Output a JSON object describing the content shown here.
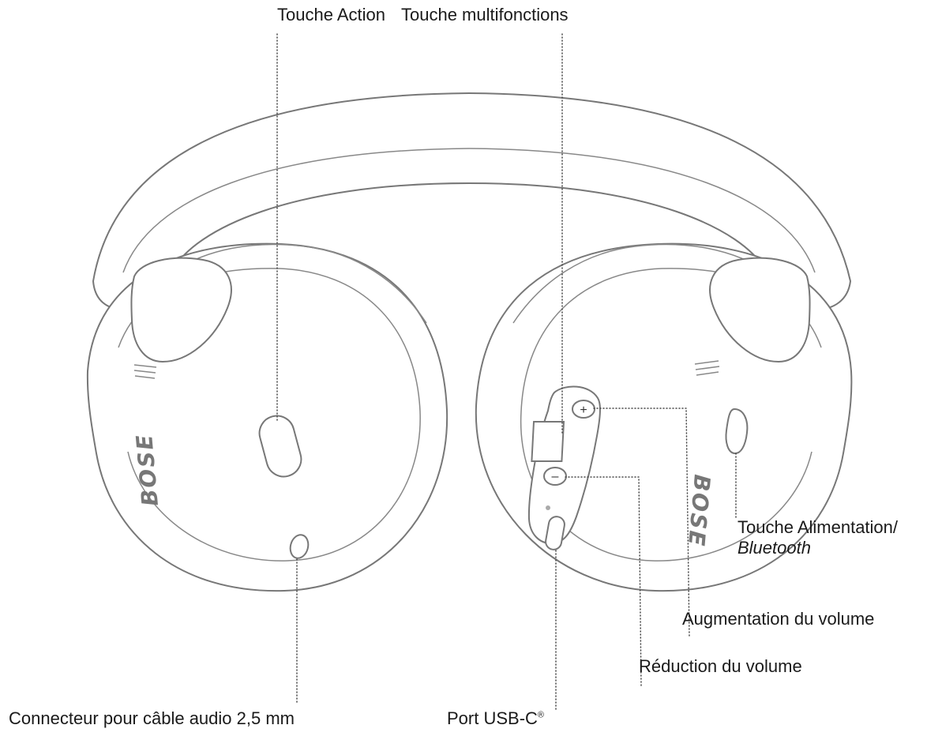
{
  "labels": {
    "top_action": "Touche Action",
    "top_multifunction": "Touche multifonctions",
    "power_line1": "Touche Alimentation/",
    "power_line2": "Bluetooth",
    "volume_up": "Augmentation du volume",
    "volume_down": "Réduction du volume",
    "audio_connector": "Connecteur pour câble audio 2,5 mm",
    "usb_port": "Port USB-C",
    "usb_registered": "®"
  },
  "brand": {
    "left_logo": "BOSE",
    "right_logo": "BOSE"
  },
  "controls": {
    "volume_plus": "+",
    "volume_minus": "–"
  }
}
